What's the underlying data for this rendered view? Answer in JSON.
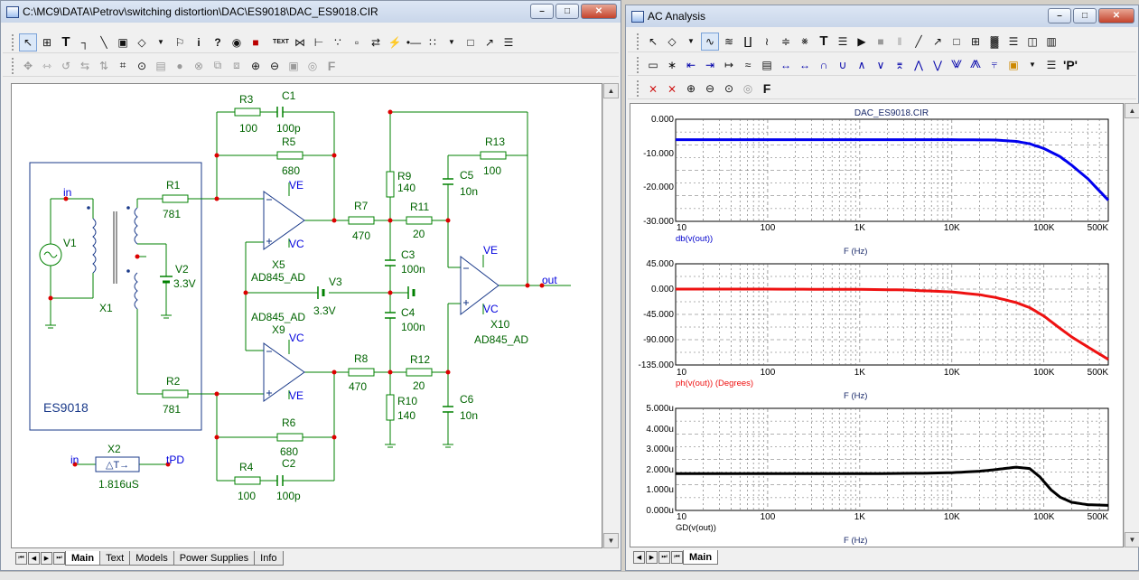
{
  "schematic_window": {
    "title": "C:\\MC9\\DATA\\Petrov\\switching distortion\\DAC\\ES9018\\DAC_ES9018.CIR",
    "tabs": [
      "Main",
      "Text",
      "Models",
      "Power Supplies",
      "Info"
    ],
    "active_tab": "Main",
    "labels": {
      "r3": "R3",
      "r3v": "100",
      "c1": "C1",
      "c1v": "100p",
      "r5": "R5",
      "r5v": "680",
      "r1": "R1",
      "r1v": "781",
      "r2": "R2",
      "r2v": "781",
      "v1": "V1",
      "v2": "V2",
      "v2v": "3.3V",
      "x1": "X1",
      "in": "in",
      "es": "ES9018",
      "x5": "X5",
      "x5m": "AD845_AD",
      "x9": "X9",
      "x9m": "AD845_AD",
      "ve1": "VE",
      "vc1": "VC",
      "vc2": "VC",
      "ve2": "VE",
      "v3": "V3",
      "v3v": "3.3V",
      "r7": "R7",
      "r7v": "470",
      "r8": "R8",
      "r8v": "470",
      "r9": "R9",
      "r9v": "140",
      "r10": "R10",
      "r10v": "140",
      "r11": "R11",
      "r11v": "20",
      "r12": "R12",
      "r12v": "20",
      "c3": "C3",
      "c3v": "100n",
      "c4": "C4",
      "c4v": "100n",
      "c5": "C5",
      "c5v": "10n",
      "c6": "C6",
      "c6v": "10n",
      "r13": "R13",
      "r13v": "100",
      "x10": "X10",
      "x10m": "AD845_AD",
      "ve3": "VE",
      "vc3": "VC",
      "out": "out",
      "r6": "R6",
      "r6v": "680",
      "r4": "R4",
      "r4v": "100",
      "c2": "C2",
      "c2v": "100p",
      "x2": "X2",
      "x2in": "in",
      "x2out": "tPD",
      "x2v": "1.816uS",
      "x2sym": "△T→"
    }
  },
  "analysis_window": {
    "title": "AC Analysis",
    "tabs": [
      "Main"
    ],
    "active_tab": "Main"
  },
  "colors": {
    "mag": "#0000ee",
    "phase": "#ee1111",
    "gd": "#000000",
    "wire": "#008000",
    "node": "#dd0000",
    "label": "#0000dd",
    "comp": "#006400"
  },
  "chart_data": [
    {
      "type": "line",
      "title": "DAC_ES9018.CIR",
      "xlabel": "F (Hz)",
      "ylabel": "db(v(out))",
      "xscale": "log",
      "xlim": [
        10,
        500000
      ],
      "ylim": [
        -30,
        0
      ],
      "xticks": [
        "10",
        "100",
        "1K",
        "10K",
        "100K",
        "500K"
      ],
      "yticks": [
        "0.000",
        "-10.000",
        "-20.000",
        "-30.000"
      ],
      "series": [
        {
          "name": "db(v(out))",
          "x": [
            10,
            100,
            1000,
            10000,
            30000,
            50000,
            70000,
            100000,
            150000,
            200000,
            300000,
            500000
          ],
          "y": [
            -6.0,
            -6.0,
            -6.0,
            -6.0,
            -6.1,
            -6.5,
            -7.2,
            -8.6,
            -11.0,
            -13.5,
            -17.5,
            -23.8
          ]
        }
      ]
    },
    {
      "type": "line",
      "xlabel": "F (Hz)",
      "ylabel": "ph(v(out)) (Degrees)",
      "xscale": "log",
      "xlim": [
        10,
        500000
      ],
      "ylim": [
        -135,
        45
      ],
      "xticks": [
        "10",
        "100",
        "1K",
        "10K",
        "100K",
        "500K"
      ],
      "yticks": [
        "45.000",
        "0.000",
        "-45.000",
        "-90.000",
        "-135.000"
      ],
      "series": [
        {
          "name": "ph(v(out)) (Degrees)",
          "x": [
            10,
            100,
            1000,
            3000,
            10000,
            20000,
            30000,
            50000,
            70000,
            100000,
            150000,
            200000,
            300000,
            500000
          ],
          "y": [
            0,
            0,
            -0.5,
            -1.5,
            -5,
            -10,
            -15,
            -24,
            -33,
            -48,
            -70,
            -85,
            -103,
            -125
          ]
        }
      ]
    },
    {
      "type": "line",
      "xlabel": "F (Hz)",
      "ylabel": "GD(v(out))",
      "xscale": "log",
      "xlim": [
        10,
        500000
      ],
      "ylim": [
        0,
        5e-06
      ],
      "xticks": [
        "10",
        "100",
        "1K",
        "10K",
        "100K",
        "500K"
      ],
      "yticks": [
        "5.000u",
        "4.000u",
        "3.000u",
        "2.000u",
        "1.000u",
        "0.000u"
      ],
      "series": [
        {
          "name": "GD(v(out))",
          "x": [
            10,
            100,
            1000,
            5000,
            10000,
            20000,
            30000,
            50000,
            70000,
            90000,
            120000,
            150000,
            200000,
            300000,
            500000
          ],
          "y": [
            1.8e-06,
            1.8e-06,
            1.8e-06,
            1.82e-06,
            1.85e-06,
            1.92e-06,
            2e-06,
            2.12e-06,
            2.05e-06,
            1.65e-06,
            1e-06,
            6.5e-07,
            4e-07,
            2.8e-07,
            2.5e-07
          ]
        }
      ]
    }
  ]
}
